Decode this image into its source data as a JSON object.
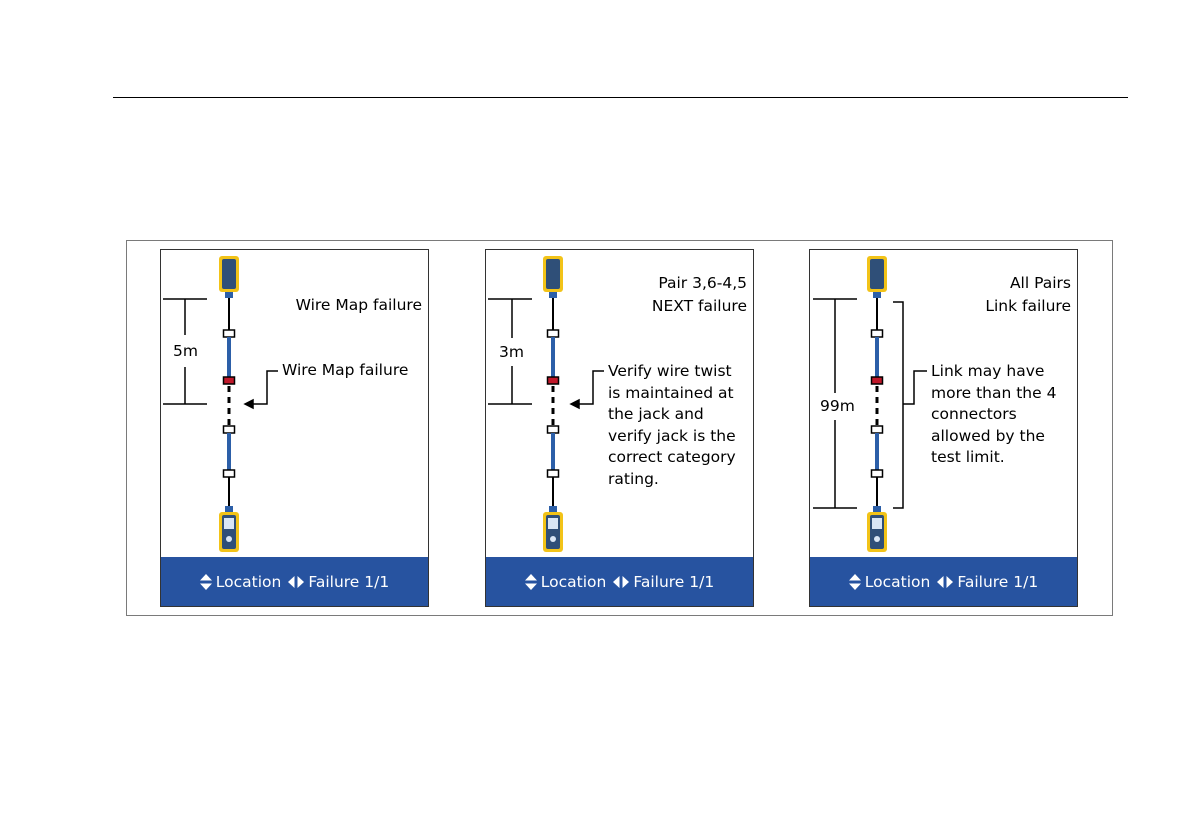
{
  "screens": [
    {
      "title_lines": [
        "Wire Map failure"
      ],
      "distance": "5m",
      "note_lines": [
        "Wire Map failure"
      ],
      "status": {
        "location_label": "Location",
        "failure_label": "Failure 1/1"
      }
    },
    {
      "title_lines": [
        "Pair 3,6-4,5",
        "NEXT failure"
      ],
      "distance": "3m",
      "note_lines": [
        "Verify wire twist",
        "is maintained at",
        "the jack and",
        "verify jack is the",
        "correct category",
        "rating."
      ],
      "status": {
        "location_label": "Location",
        "failure_label": "Failure 1/1"
      }
    },
    {
      "title_lines": [
        "All Pairs",
        "Link failure"
      ],
      "distance": "99m",
      "note_lines": [
        "Link may have",
        "more than the 4",
        "connectors",
        "allowed by the",
        "test limit."
      ],
      "status": {
        "location_label": "Location",
        "failure_label": "Failure 1/1"
      }
    }
  ],
  "colors": {
    "accent_blue": "#2753a0",
    "cable_blue": "#2c5fa8",
    "fault_red": "#c0182a",
    "device_yellow": "#f2c318"
  },
  "icons": [
    "remote-unit-icon",
    "main-unit-icon",
    "up-down-arrows-icon",
    "left-right-arrows-icon"
  ]
}
